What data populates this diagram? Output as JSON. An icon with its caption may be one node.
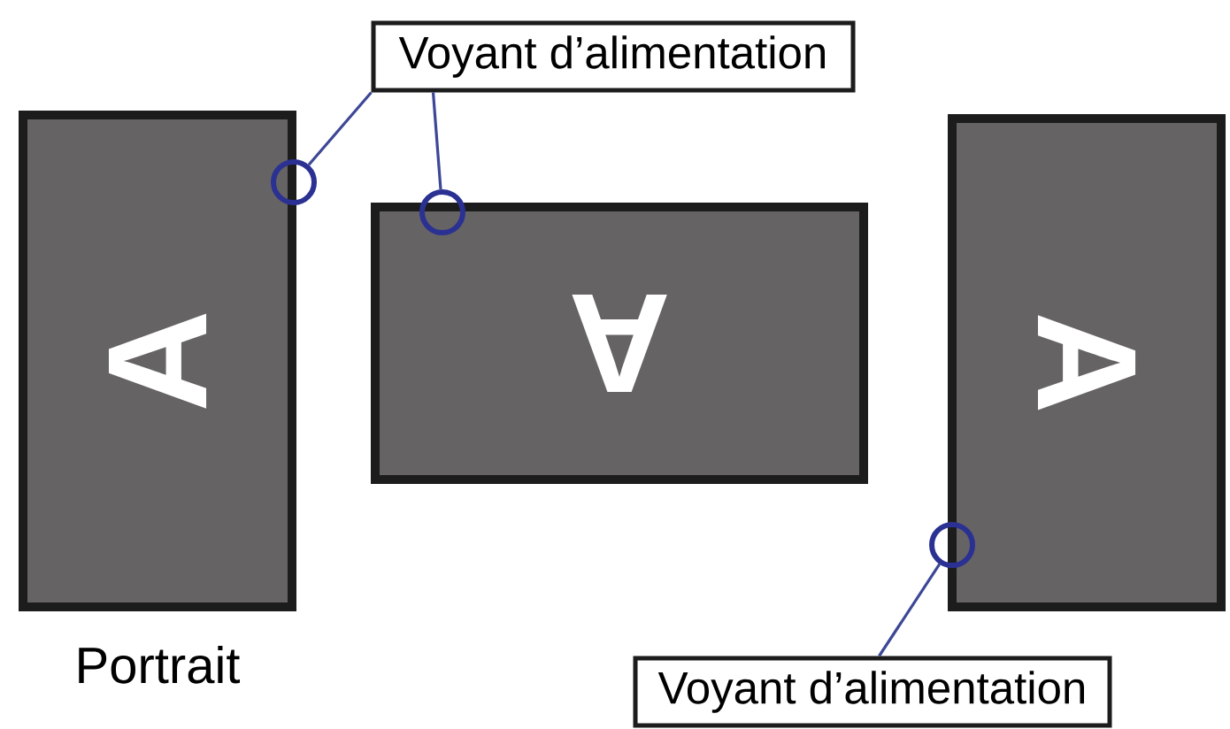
{
  "diagram": {
    "nodes": [
      {
        "text": [
          "Voyant d’alimentation"
        ]
      },
      {
        "text": [
          "A"
        ],
        "beside": [
          "Portrait"
        ]
      },
      {
        "text": [],
        "shape": "circle"
      },
      {
        "text": [
          "A"
        ]
      },
      {
        "text": [],
        "shape": "circle"
      },
      {
        "text": [
          "A"
        ]
      },
      {
        "text": [],
        "shape": "circle"
      },
      {
        "text": [
          "Voyant d’alimentation"
        ]
      }
    ],
    "edges": [
      {
        "from": 0,
        "to": 2,
        "arrow": "none"
      },
      {
        "from": 0,
        "to": 4,
        "arrow": "none"
      },
      {
        "from": 7,
        "to": 6,
        "arrow": "none"
      }
    ]
  }
}
